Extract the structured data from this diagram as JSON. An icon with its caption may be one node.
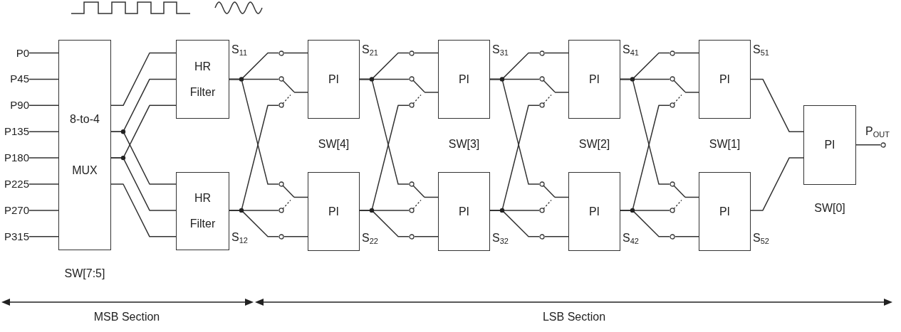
{
  "diagram": {
    "nodes": [
      {
        "text": [
          "P0"
        ]
      },
      {
        "text": [
          "P45"
        ]
      },
      {
        "text": [
          "P90"
        ]
      },
      {
        "text": [
          "P135"
        ]
      },
      {
        "text": [
          "P180"
        ]
      },
      {
        "text": [
          "P225"
        ]
      },
      {
        "text": [
          "P270"
        ]
      },
      {
        "text": [
          "P315"
        ]
      },
      {
        "text": [
          "8-to-4",
          "MUX"
        ],
        "beside": [
          "SW[7:5]"
        ]
      },
      {
        "text": [
          "HR Filter"
        ],
        "beside": [
          "S$_{11}$"
        ]
      },
      {
        "text": [
          "HR Filter"
        ],
        "beside": [
          "S$_{12}$"
        ]
      },
      {
        "text": [],
        "shape": "circle"
      },
      {
        "text": [],
        "shape": "switch"
      },
      {
        "text": [],
        "shape": "switch"
      },
      {
        "text": [],
        "shape": "circle"
      },
      {
        "text": [
          "PI"
        ],
        "beside": [
          "S$_{21}$"
        ]
      },
      {
        "text": [
          "PI"
        ],
        "beside": [
          "S$_{22}$"
        ]
      },
      {
        "text": [],
        "shape": "circle"
      },
      {
        "text": [],
        "shape": "switch"
      },
      {
        "text": [],
        "shape": "switch"
      },
      {
        "text": [],
        "shape": "circle"
      },
      {
        "text": [
          "PI"
        ],
        "beside": [
          "S$_{31}$"
        ]
      },
      {
        "text": [
          "PI"
        ],
        "beside": [
          "S$_{32}$"
        ]
      },
      {
        "text": [],
        "shape": "circle"
      },
      {
        "text": [],
        "shape": "switch"
      },
      {
        "text": [],
        "shape": "switch"
      },
      {
        "text": [],
        "shape": "circle"
      },
      {
        "text": [
          "PI"
        ],
        "beside": [
          "S$_{41}$"
        ]
      },
      {
        "text": [
          "PI"
        ],
        "beside": [
          "S$_{42}$"
        ]
      },
      {
        "text": [],
        "shape": "circle"
      },
      {
        "text": [],
        "shape": "switch"
      },
      {
        "text": [],
        "shape": "switch"
      },
      {
        "text": [],
        "shape": "circle"
      },
      {
        "text": [
          "PI"
        ],
        "beside": [
          "S$_{51}$"
        ]
      },
      {
        "text": [
          "PI"
        ],
        "beside": [
          "S$_{52}$"
        ]
      },
      {
        "text": [
          "PI"
        ],
        "beside": [
          "SW[0]"
        ]
      },
      {
        "text": [],
        "shape": "circle",
        "beside": [
          "P$_{OUT}$"
        ]
      }
    ],
    "edges": [
      {
        "from": 0,
        "to": 8,
        "arrow": "none"
      },
      {
        "from": 1,
        "to": 8,
        "arrow": "none"
      },
      {
        "from": 2,
        "to": 8,
        "arrow": "none"
      },
      {
        "from": 3,
        "to": 8,
        "arrow": "none"
      },
      {
        "from": 4,
        "to": 8,
        "arrow": "none"
      },
      {
        "from": 5,
        "to": 8,
        "arrow": "none"
      },
      {
        "from": 6,
        "to": 8,
        "arrow": "none"
      },
      {
        "from": 7,
        "to": 8,
        "arrow": "none"
      },
      {
        "from": 8,
        "to": 9,
        "arrow": "none"
      },
      {
        "from": 8,
        "to": 9,
        "arrow": "none"
      },
      {
        "from": 8,
        "to": 10,
        "arrow": "none"
      },
      {
        "from": 8,
        "to": 9,
        "arrow": "none"
      },
      {
        "from": 8,
        "to": 10,
        "arrow": "none"
      },
      {
        "from": 8,
        "to": 10,
        "arrow": "none"
      },
      {
        "from": 9,
        "to": 11,
        "arrow": "none"
      },
      {
        "from": 9,
        "to": 12,
        "arrow": "none"
      },
      {
        "from": 9,
        "to": 13,
        "arrow": "none"
      },
      {
        "from": 10,
        "to": 12,
        "arrow": "none"
      },
      {
        "from": 10,
        "to": 13,
        "arrow": "none"
      },
      {
        "from": 10,
        "to": 14,
        "arrow": "none"
      },
      {
        "from": 11,
        "to": 15,
        "arrow": "none"
      },
      {
        "from": 12,
        "to": 15,
        "arrow": "none"
      },
      {
        "from": 13,
        "to": 16,
        "arrow": "none"
      },
      {
        "from": 14,
        "to": 16,
        "arrow": "none"
      },
      {
        "from": 15,
        "to": 17,
        "arrow": "none"
      },
      {
        "from": 15,
        "to": 18,
        "arrow": "none"
      },
      {
        "from": 15,
        "to": 19,
        "arrow": "none"
      },
      {
        "from": 16,
        "to": 18,
        "arrow": "none"
      },
      {
        "from": 16,
        "to": 19,
        "arrow": "none"
      },
      {
        "from": 16,
        "to": 20,
        "arrow": "none"
      },
      {
        "from": 17,
        "to": 21,
        "arrow": "none"
      },
      {
        "from": 18,
        "to": 21,
        "arrow": "none"
      },
      {
        "from": 19,
        "to": 22,
        "arrow": "none"
      },
      {
        "from": 20,
        "to": 22,
        "arrow": "none"
      },
      {
        "from": 21,
        "to": 23,
        "arrow": "none"
      },
      {
        "from": 21,
        "to": 24,
        "arrow": "none"
      },
      {
        "from": 21,
        "to": 25,
        "arrow": "none"
      },
      {
        "from": 22,
        "to": 24,
        "arrow": "none"
      },
      {
        "from": 22,
        "to": 25,
        "arrow": "none"
      },
      {
        "from": 22,
        "to": 26,
        "arrow": "none"
      },
      {
        "from": 23,
        "to": 27,
        "arrow": "none"
      },
      {
        "from": 24,
        "to": 27,
        "arrow": "none"
      },
      {
        "from": 25,
        "to": 28,
        "arrow": "none"
      },
      {
        "from": 26,
        "to": 28,
        "arrow": "none"
      },
      {
        "from": 27,
        "to": 29,
        "arrow": "none"
      },
      {
        "from": 27,
        "to": 30,
        "arrow": "none"
      },
      {
        "from": 27,
        "to": 31,
        "arrow": "none"
      },
      {
        "from": 28,
        "to": 30,
        "arrow": "none"
      },
      {
        "from": 28,
        "to": 31,
        "arrow": "none"
      },
      {
        "from": 28,
        "to": 32,
        "arrow": "none"
      },
      {
        "from": 29,
        "to": 33,
        "arrow": "none"
      },
      {
        "from": 30,
        "to": 33,
        "arrow": "none"
      },
      {
        "from": 31,
        "to": 34,
        "arrow": "none"
      },
      {
        "from": 32,
        "to": 34,
        "arrow": "none"
      },
      {
        "from": 33,
        "to": 35,
        "arrow": "none"
      },
      {
        "from": 34,
        "to": 35,
        "arrow": "none"
      },
      {
        "from": 35,
        "to": 36,
        "arrow": "none"
      }
    ],
    "labels": [
      "SW[4]",
      "SW[3]",
      "SW[2]",
      "SW[1]",
      "MSB Section",
      "LSB Section"
    ]
  }
}
